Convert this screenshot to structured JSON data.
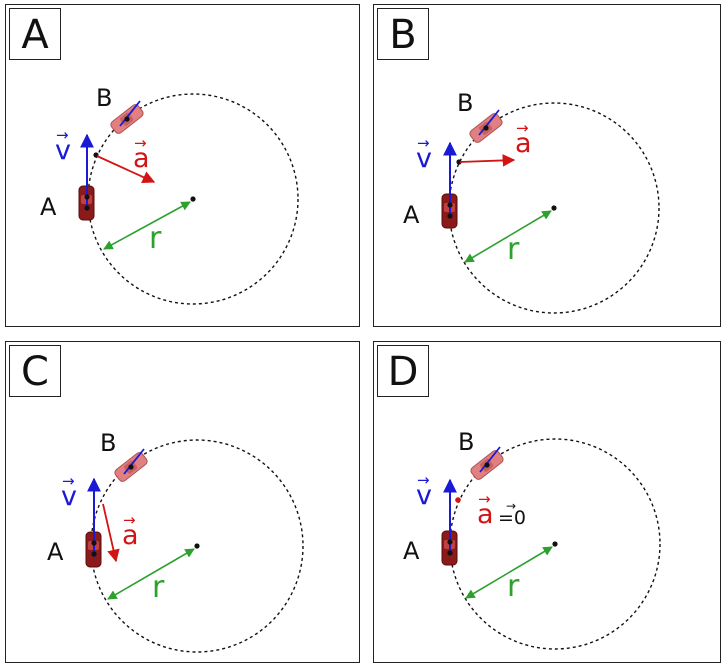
{
  "panels": [
    {
      "tag": "A",
      "point_b": "B",
      "point_a": "A",
      "velocity": "v",
      "accel": "a",
      "radius": "r"
    },
    {
      "tag": "B",
      "point_b": "B",
      "point_a": "A",
      "velocity": "v",
      "accel": "a",
      "radius": "r"
    },
    {
      "tag": "C",
      "point_b": "B",
      "point_a": "A",
      "velocity": "v",
      "accel": "a",
      "radius": "r"
    },
    {
      "tag": "D",
      "point_b": "B",
      "point_a": "A",
      "velocity": "v",
      "accel": "a",
      "radius": "r",
      "accel_value": "=0"
    }
  ],
  "colors": {
    "velocity": "#1a1ad6",
    "acceleration": "#d21414",
    "radius": "#2ea02e",
    "car_a": "#8b1a1a",
    "car_b": "#e08080",
    "circle": "#111111"
  }
}
